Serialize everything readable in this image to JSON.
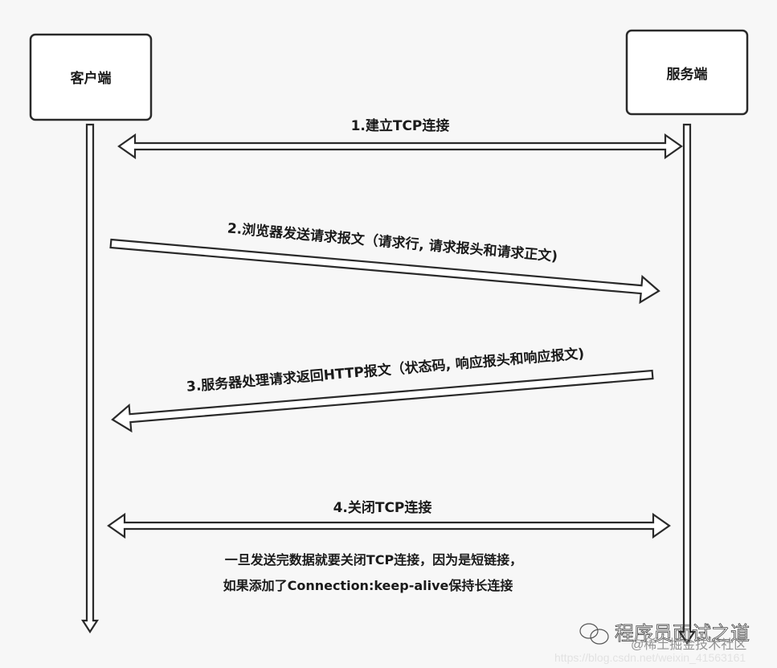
{
  "participants": {
    "client": "客户端",
    "server": "服务端"
  },
  "messages": [
    {
      "label": "1.建立TCP连接",
      "direction": "both"
    },
    {
      "label": "2.浏览器发送请求报文（请求行, 请求报头和请求正文)",
      "direction": "client-to-server"
    },
    {
      "label": "3.服务器处理请求返回HTTP报文（状态码, 响应报头和响应报文)",
      "direction": "server-to-client"
    },
    {
      "label": "4.关闭TCP连接",
      "direction": "both"
    }
  ],
  "note": {
    "line1": "一旦发送完数据就要关闭TCP连接，因为是短链接，",
    "line2": "如果添加了Connection:keep-alive保持长连接"
  },
  "watermark": {
    "brand": "程序员面试之道",
    "handle": "@稀土掘金技术社区",
    "url": "https://blog.csdn.net/weixin_41563161",
    "icon": "wechat-icon"
  },
  "colors": {
    "stroke": "#2a2a2a",
    "fill": "#ffffff",
    "background": "#f7f7f7"
  }
}
